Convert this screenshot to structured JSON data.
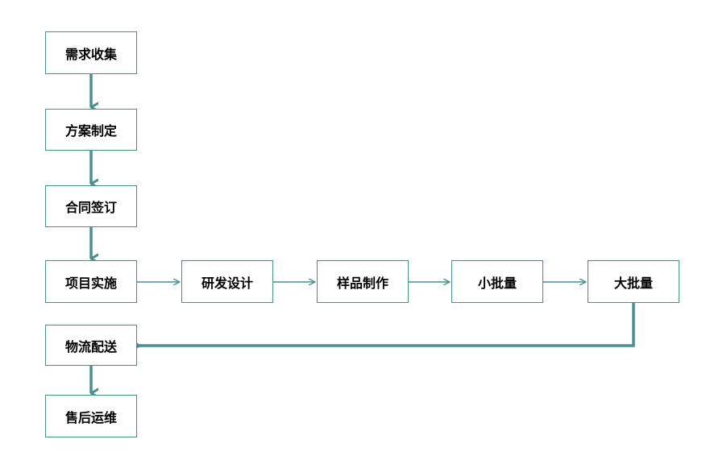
{
  "nodes": [
    {
      "id": "b1",
      "label": "需求收集"
    },
    {
      "id": "b2",
      "label": "方案制定"
    },
    {
      "id": "b3",
      "label": "合同签订"
    },
    {
      "id": "b4",
      "label": "项目实施"
    },
    {
      "id": "b5",
      "label": "物流配送"
    },
    {
      "id": "b6",
      "label": "售后运维"
    },
    {
      "id": "b7",
      "label": "研发设计"
    },
    {
      "id": "b8",
      "label": "样品制作"
    },
    {
      "id": "b9",
      "label": "小批量"
    },
    {
      "id": "b10",
      "label": "大批量"
    }
  ],
  "edges": [
    {
      "from": "需求收集",
      "to": "方案制定"
    },
    {
      "from": "方案制定",
      "to": "合同签订"
    },
    {
      "from": "合同签订",
      "to": "项目实施"
    },
    {
      "from": "项目实施",
      "to": "研发设计"
    },
    {
      "from": "研发设计",
      "to": "样品制作"
    },
    {
      "from": "样品制作",
      "to": "小批量"
    },
    {
      "from": "小批量",
      "to": "大批量"
    },
    {
      "from": "大批量",
      "to": "物流配送"
    },
    {
      "from": "物流配送",
      "to": "售后运维"
    }
  ],
  "colors": {
    "stroke": "#4a8f8c",
    "text": "#000000"
  }
}
